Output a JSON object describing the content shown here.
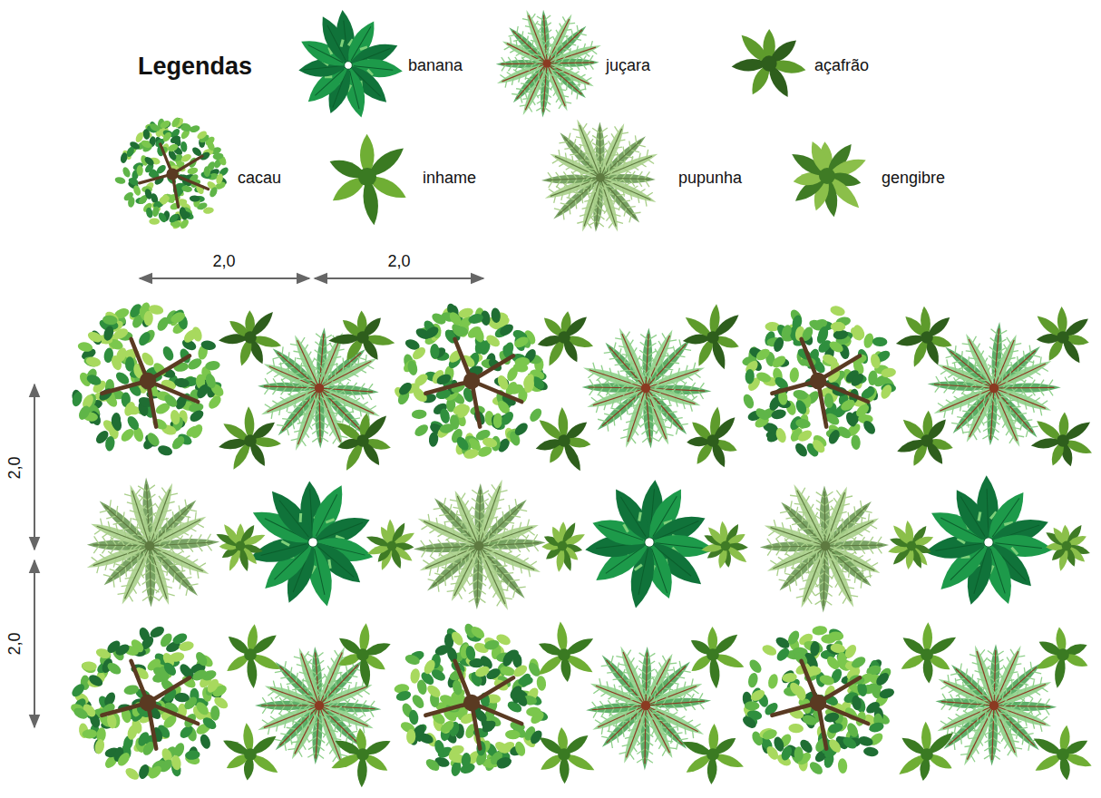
{
  "diagram": {
    "title": "Legendas",
    "labels": [
      "2,0",
      "2,0",
      "2,0",
      "2,0"
    ],
    "legend": [
      {
        "text": "banana"
      },
      {
        "text": "juçara"
      },
      {
        "text": "açafrão"
      },
      {
        "text": "cacau"
      },
      {
        "text": "inhame"
      },
      {
        "text": "pupunha"
      },
      {
        "text": "gengibre"
      }
    ]
  }
}
